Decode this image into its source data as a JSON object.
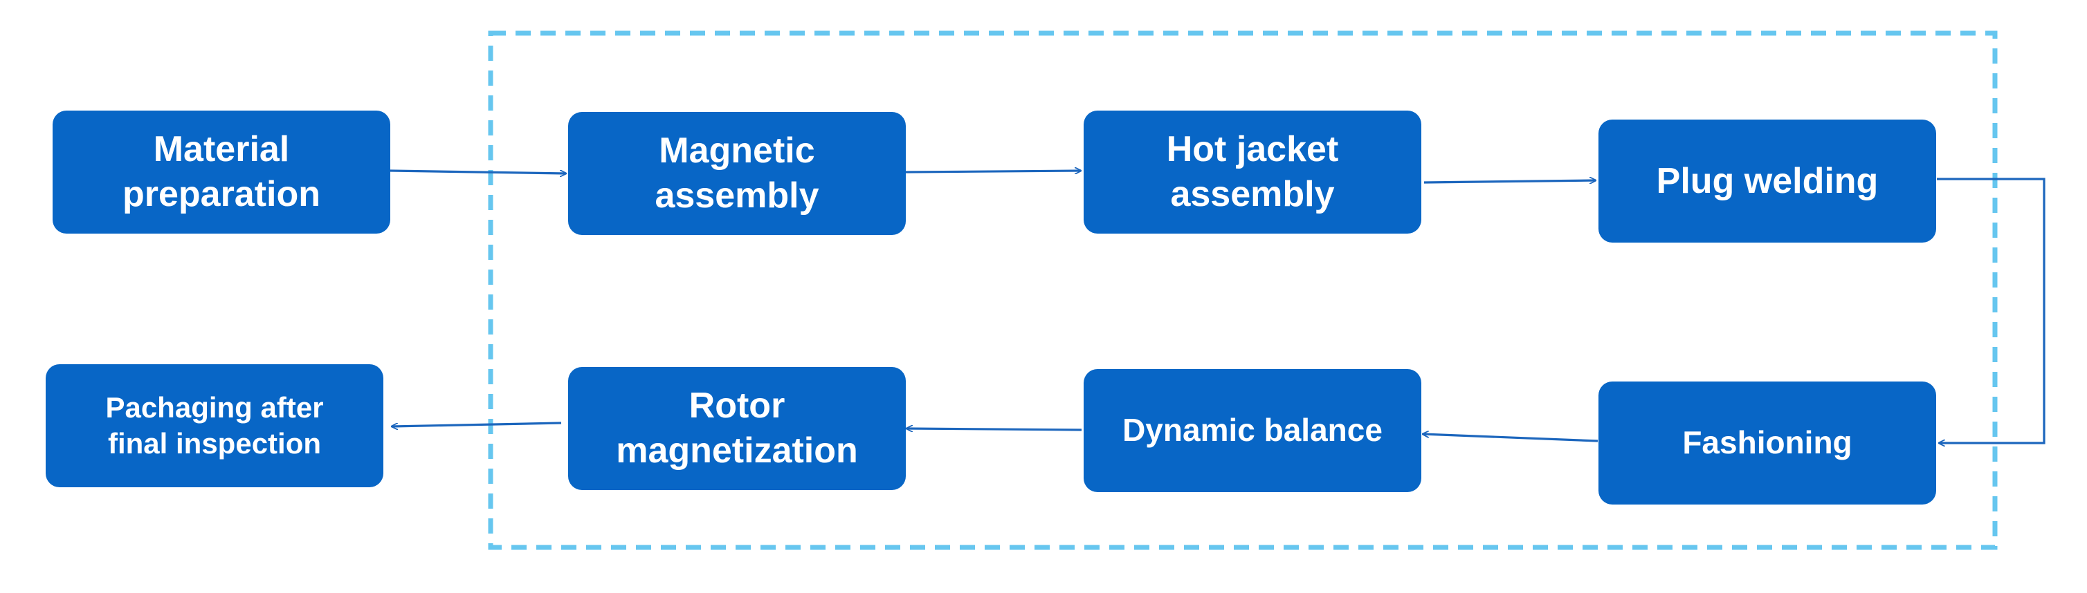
{
  "diagram": {
    "colors": {
      "node_fill": "#0866c6",
      "node_text": "#ffffff",
      "arrow": "#1c66bd",
      "dashed_group": "#66c6ef"
    },
    "nodes": {
      "material_preparation": "Material\npreparation",
      "magnetic_assembly": "Magnetic\nassembly",
      "hot_jacket_assembly": "Hot jacket\nassembly",
      "plug_welding": "Plug welding",
      "pachaging_after_final_inspection": "Pachaging after\nfinal inspection",
      "rotor_magnetization": "Rotor\nmagnetization",
      "dynamic_balance": "Dynamic balance",
      "fashioning": "Fashioning"
    },
    "edges": [
      {
        "from": "Material preparation",
        "to": "Magnetic assembly"
      },
      {
        "from": "Magnetic assembly",
        "to": "Hot jacket assembly"
      },
      {
        "from": "Hot jacket assembly",
        "to": "Plug welding"
      },
      {
        "from": "Plug welding",
        "to": "Fashioning"
      },
      {
        "from": "Fashioning",
        "to": "Dynamic balance"
      },
      {
        "from": "Dynamic balance",
        "to": "Rotor magnetization"
      },
      {
        "from": "Rotor magnetization",
        "to": "Pachaging after final inspection"
      }
    ]
  }
}
